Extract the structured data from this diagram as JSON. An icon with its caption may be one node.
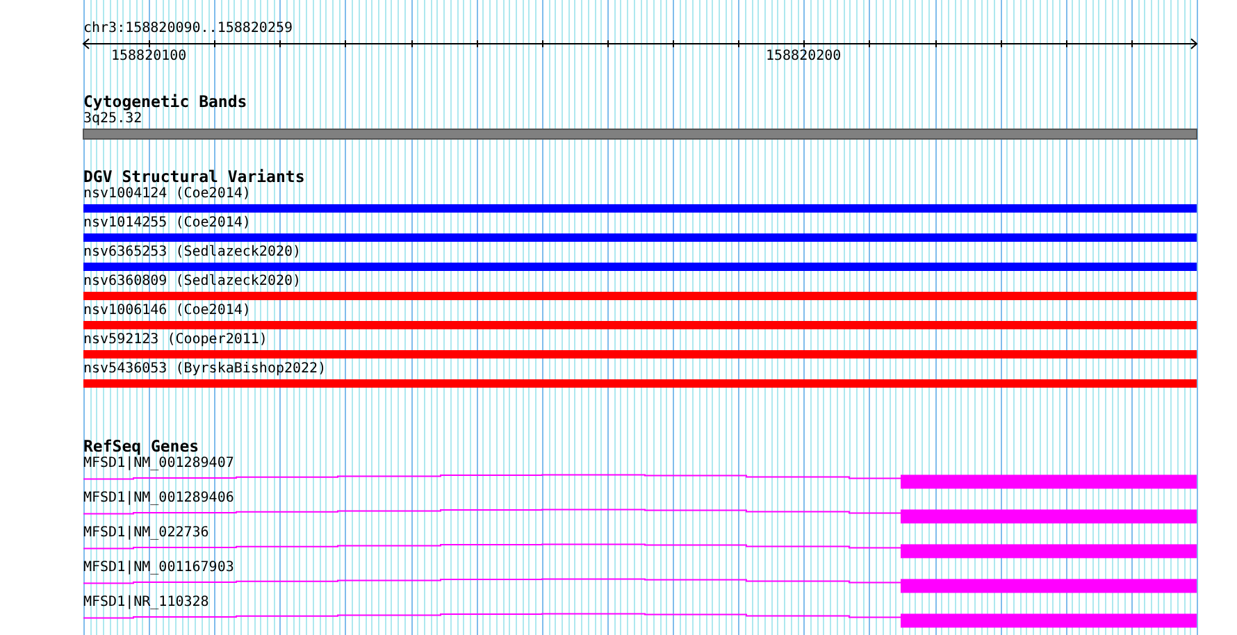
{
  "diagram": {
    "labels": [
      "chr3:158820090..158820259",
      "158820100",
      "158820200",
      "Cytogenetic Bands",
      "3q25.32",
      "DGV Structural Variants",
      "nsv1004124 (Coe2014)",
      "nsv1014255 (Coe2014)",
      "nsv6365253 (Sedlazeck2020)",
      "nsv6360809 (Sedlazeck2020)",
      "nsv1006146 (Coe2014)",
      "nsv592123 (Cooper2011)",
      "nsv5436053 (ByrskaBishop2022)",
      "RefSeq Genes",
      "MFSD1|NM_001289407",
      "MFSD1|NM_001289406",
      "MFSD1|NM_022736",
      "MFSD1|NM_001167903",
      "MFSD1|NR_110328"
    ]
  }
}
